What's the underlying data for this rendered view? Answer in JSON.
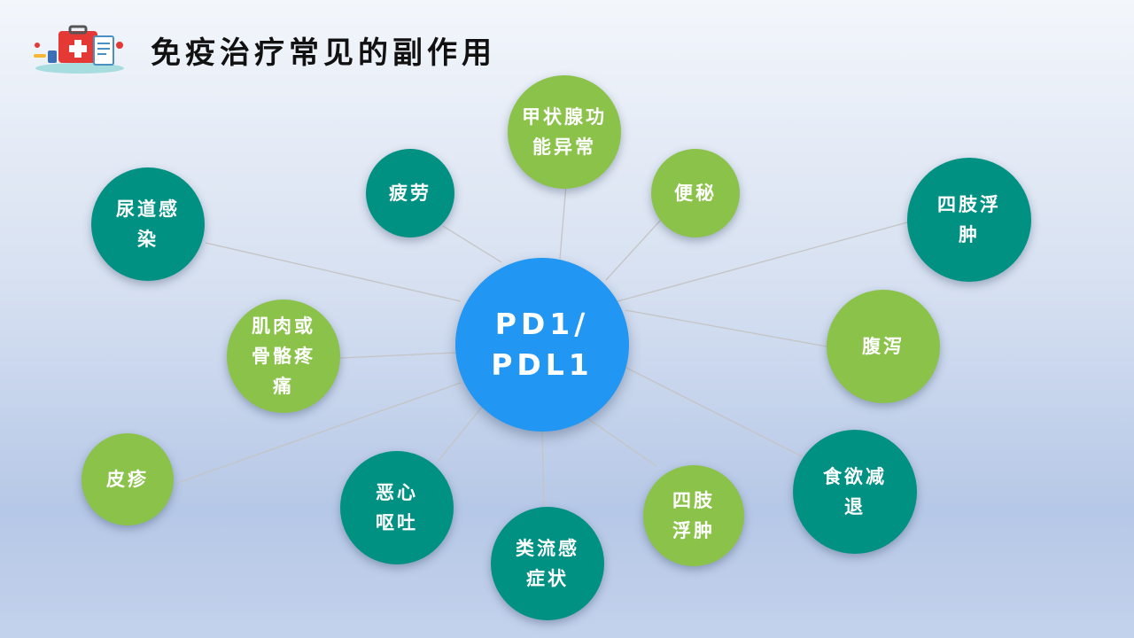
{
  "title": "免疫治疗常见的副作用",
  "center": {
    "label": "PD1/\nPDL1"
  },
  "colors": {
    "center": "#2196f3",
    "teal": "#009183",
    "green": "#8bc34a",
    "link": "#c4c4c4"
  },
  "icons": {
    "title_icon": "medical-kit-icon"
  },
  "nodes": [
    {
      "id": "urinary-infection",
      "label": "尿道感\n染",
      "color": "teal"
    },
    {
      "id": "fatigue",
      "label": "疲劳",
      "color": "teal"
    },
    {
      "id": "thyroid",
      "label": "甲状腺功\n能异常",
      "color": "green"
    },
    {
      "id": "constipation",
      "label": "便秘",
      "color": "green"
    },
    {
      "id": "limb-edema-right",
      "label": "四肢浮\n肿",
      "color": "teal"
    },
    {
      "id": "muscle-bone-pain",
      "label": "肌肉或\n骨骼疼\n痛",
      "color": "green"
    },
    {
      "id": "diarrhea",
      "label": "腹泻",
      "color": "green"
    },
    {
      "id": "rash",
      "label": "皮疹",
      "color": "green"
    },
    {
      "id": "nausea",
      "label": "恶心\n呕吐",
      "color": "teal"
    },
    {
      "id": "flu-like",
      "label": "类流感\n症状",
      "color": "teal"
    },
    {
      "id": "limb-edema-bottom",
      "label": "四肢\n浮肿",
      "color": "green"
    },
    {
      "id": "appetite-loss",
      "label": "食欲减\n退",
      "color": "teal"
    }
  ]
}
